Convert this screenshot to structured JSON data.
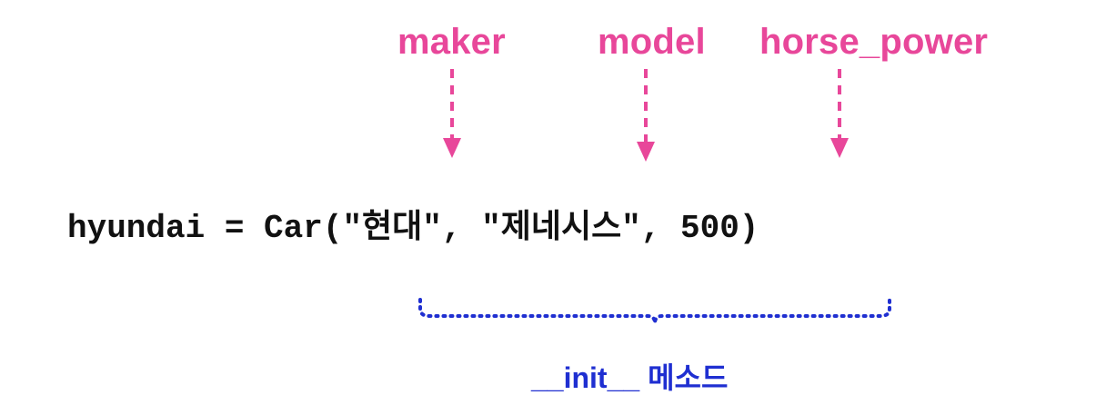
{
  "colors": {
    "parameter": "#e8479a",
    "brace": "#1f2fd1",
    "code": "#111111"
  },
  "parameters": [
    {
      "label": "maker"
    },
    {
      "label": "model"
    },
    {
      "label": "horse_power"
    }
  ],
  "code": {
    "line": "hyundai = Car(\"현대\", \"제네시스\", 500)"
  },
  "annotation": {
    "caption": "__init__ 메소드"
  }
}
